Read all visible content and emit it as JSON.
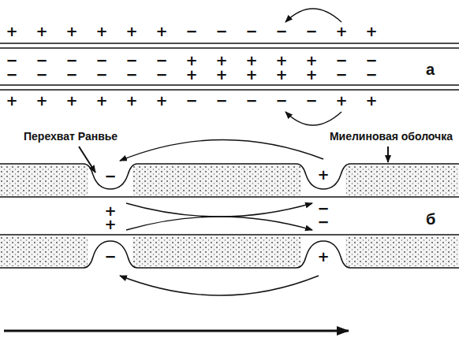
{
  "diagram": {
    "labels": [
      "+",
      "+",
      "+",
      "+",
      "+",
      "+",
      "−",
      "−",
      "−",
      "−",
      "−",
      "+",
      "+",
      "−",
      "−",
      "−",
      "−",
      "−",
      "−",
      "+",
      "+",
      "+",
      "+",
      "+",
      "−",
      "−",
      "−",
      "−",
      "−",
      "−",
      "−",
      "−",
      "+",
      "+",
      "+",
      "+",
      "+",
      "−",
      "−",
      "+",
      "+",
      "+",
      "+",
      "+",
      "+",
      "−",
      "−",
      "−",
      "−",
      "−",
      "+",
      "+",
      "а",
      "Перехват Ранвье",
      "Миелиновая оболочка",
      "−",
      "+",
      "+",
      "+",
      "−",
      "−",
      "−",
      "+",
      "б"
    ]
  }
}
